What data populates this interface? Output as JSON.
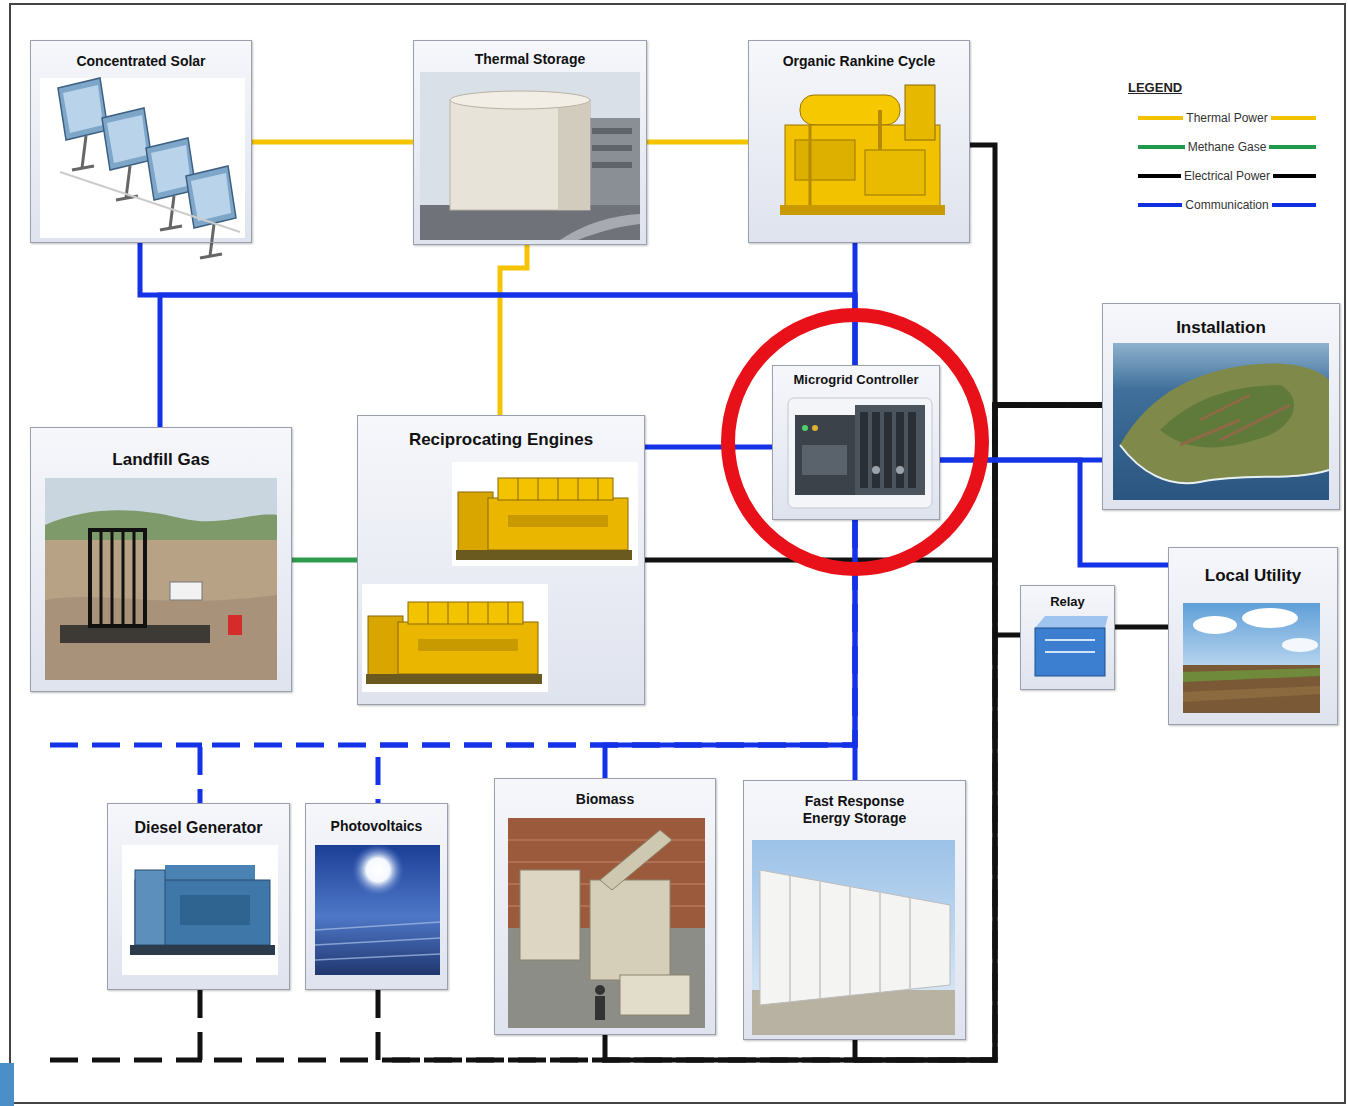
{
  "diagram": {
    "nodes": [
      {
        "text": [
          "Concentrated Solar"
        ]
      },
      {
        "text": [
          "Thermal Storage"
        ]
      },
      {
        "text": [
          "Organic Rankine Cycle"
        ]
      },
      {
        "text": [
          "Installation"
        ]
      },
      {
        "text": [
          "Microgrid Controller"
        ]
      },
      {
        "text": [
          "Landfill Gas"
        ]
      },
      {
        "text": [
          "Reciprocating Engines"
        ]
      },
      {
        "text": [
          "Relay"
        ]
      },
      {
        "text": [
          "Local Utility"
        ]
      },
      {
        "text": [
          "Diesel Generator"
        ]
      },
      {
        "text": [
          "Photovoltaics"
        ]
      },
      {
        "text": [
          "Biomass"
        ]
      },
      {
        "text": [
          "Fast Response Energy Storage"
        ]
      }
    ],
    "edges": [
      {
        "from": 4,
        "to": 9,
        "arrow": "none"
      },
      {
        "from": 4,
        "to": 10,
        "arrow": "none"
      },
      {
        "from": 9,
        "to": 3,
        "arrow": "none"
      },
      {
        "from": 10,
        "to": 3,
        "arrow": "none"
      },
      {
        "from": 0,
        "to": 1,
        "arrow": "none"
      },
      {
        "from": 1,
        "to": 2,
        "arrow": "none"
      },
      {
        "from": 1,
        "to": 6,
        "arrow": "none"
      },
      {
        "from": 5,
        "to": 6,
        "arrow": "none"
      },
      {
        "from": 2,
        "to": 3,
        "arrow": "none"
      },
      {
        "from": 6,
        "to": 3,
        "arrow": "none"
      },
      {
        "from": 11,
        "to": 3,
        "arrow": "none"
      },
      {
        "from": 12,
        "to": 3,
        "arrow": "none"
      },
      {
        "from": 3,
        "to": 7,
        "arrow": "none"
      },
      {
        "from": 7,
        "to": 8,
        "arrow": "none"
      },
      {
        "from": 4,
        "to": 0,
        "arrow": "none"
      },
      {
        "from": 4,
        "to": 2,
        "arrow": "none"
      },
      {
        "from": 4,
        "to": 5,
        "arrow": "none"
      },
      {
        "from": 4,
        "to": 6,
        "arrow": "none"
      },
      {
        "from": 4,
        "to": 3,
        "arrow": "none"
      },
      {
        "from": 4,
        "to": 8,
        "arrow": "none"
      },
      {
        "from": 4,
        "to": 11,
        "arrow": "none"
      },
      {
        "from": 4,
        "to": 12,
        "arrow": "none"
      }
    ],
    "labels": [
      "LEGEND"
    ],
    "legend": [
      {
        "text": "Thermal Power"
      },
      {
        "text": "Methane Gase"
      },
      {
        "text": "Electrical Power"
      },
      {
        "text": "Communication"
      }
    ]
  }
}
